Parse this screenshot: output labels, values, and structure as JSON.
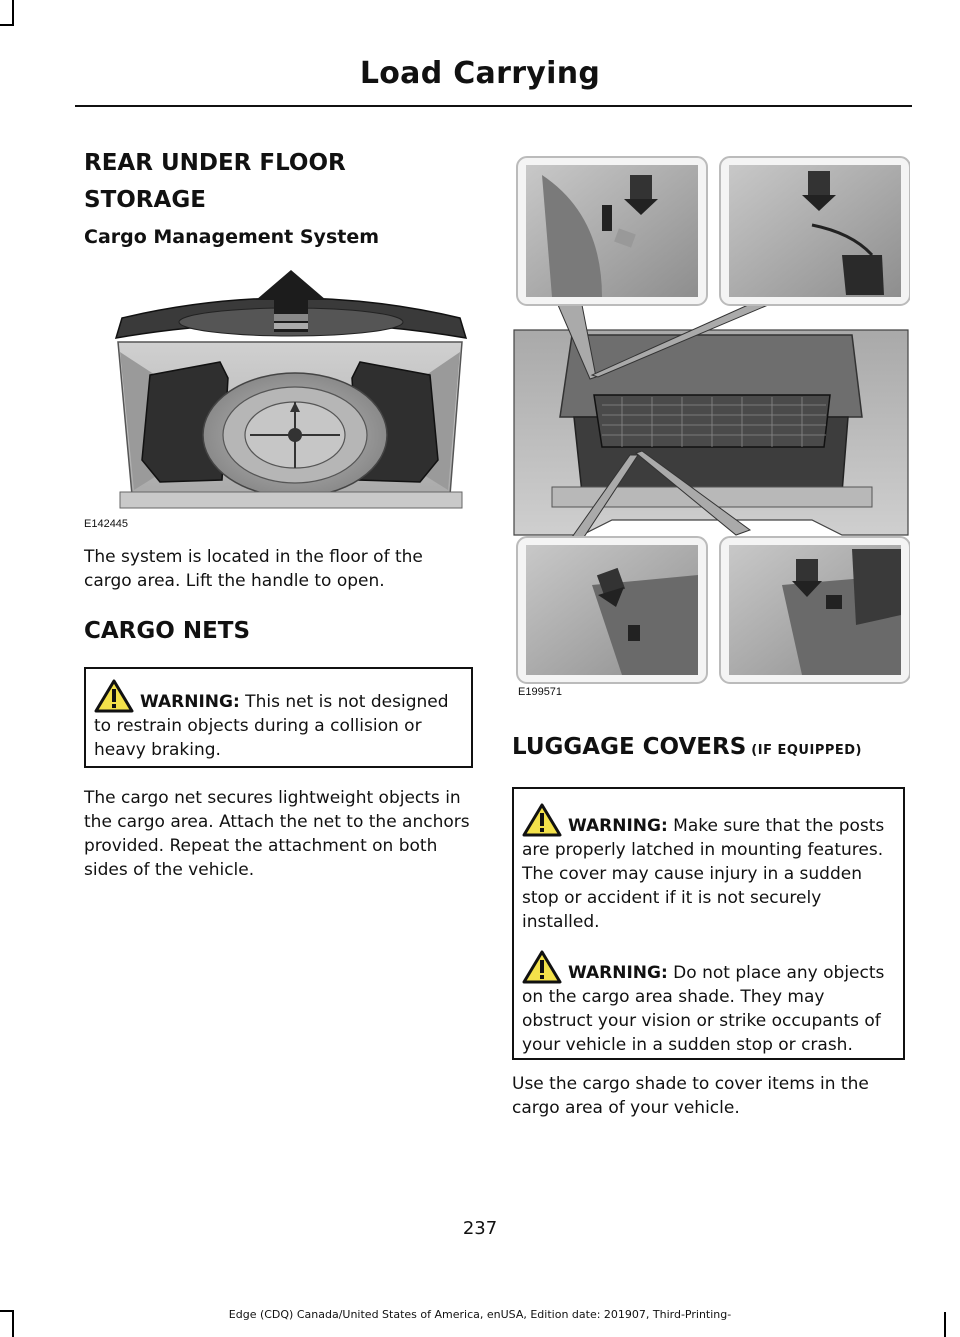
{
  "header": {
    "title": "Load Carrying"
  },
  "rear_under_floor": {
    "heading_line1": "REAR UNDER FLOOR",
    "heading_line2": "STORAGE",
    "subheading": "Cargo Management System",
    "figure_id": "E142445",
    "body": "The system is located in the floor of the cargo area. Lift the handle to open."
  },
  "cargo_nets": {
    "heading": "CARGO NETS",
    "warning": {
      "label": "WARNING:",
      "text": " This net is not designed to restrain objects during a collision or heavy braking."
    },
    "body": "The cargo net secures lightweight objects in the cargo area. Attach the net to the anchors provided. Repeat the attachment on both sides of the vehicle."
  },
  "figure_right": {
    "id": "E199571"
  },
  "luggage_covers": {
    "heading": "LUGGAGE COVERS",
    "qualifier": " (IF EQUIPPED)",
    "warnings": [
      {
        "label": "WARNING:",
        "text": " Make sure that the posts are properly latched in mounting features. The cover may cause injury in a sudden stop or accident if it is not securely installed."
      },
      {
        "label": "WARNING:",
        "text": " Do not place any objects on the cargo area shade. They may obstruct your vision or strike occupants of your vehicle in a sudden stop or crash."
      }
    ],
    "body": "Use the cargo shade to cover items in the cargo area of your vehicle."
  },
  "page_number": "237",
  "footer": "Edge (CDQ) Canada/United States of America, enUSA, Edition date: 201907, Third-Printing-"
}
